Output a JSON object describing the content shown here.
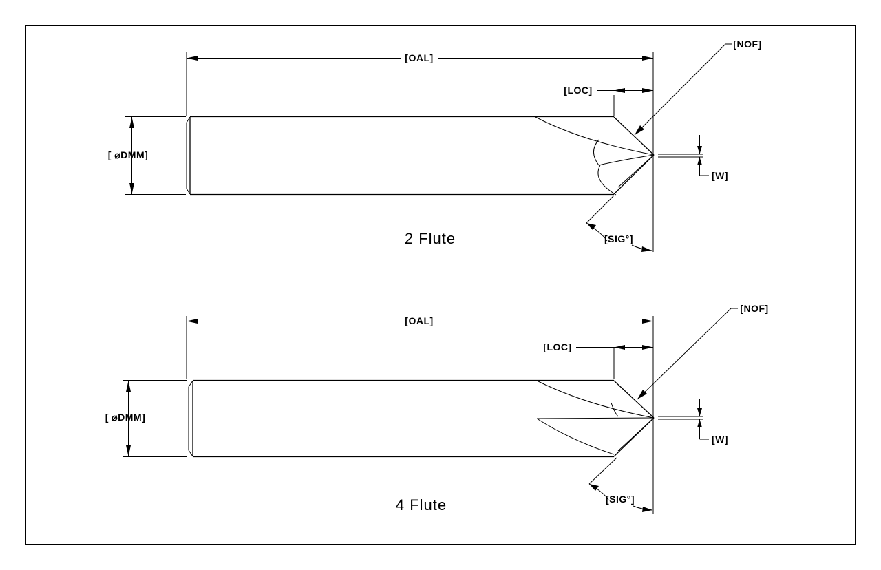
{
  "panels": [
    {
      "title": "2 Flute",
      "labels": {
        "oal": "[OAL]",
        "loc": "[LOC]",
        "nof": "[NOF]",
        "dmm": "[ ⌀DMM]",
        "w": "[W]",
        "sig": "[SIG°]"
      }
    },
    {
      "title": "4 Flute",
      "labels": {
        "oal": "[OAL]",
        "loc": "[LOC]",
        "nof": "[NOF]",
        "dmm": "[ ⌀DMM]",
        "w": "[W]",
        "sig": "[SIG°]"
      }
    }
  ]
}
